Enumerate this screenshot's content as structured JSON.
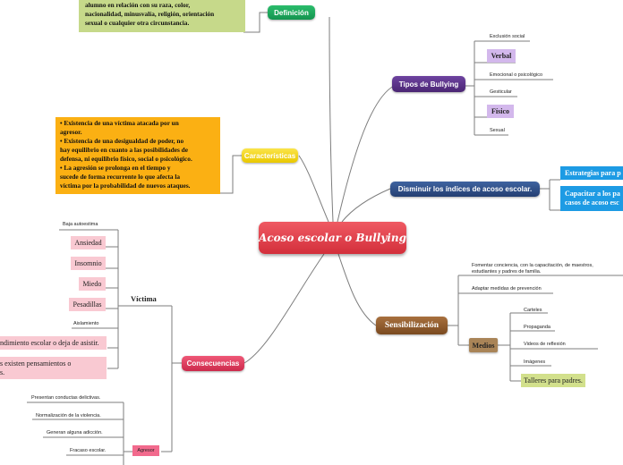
{
  "central": "Acoso escolar o Bullying",
  "definicion": {
    "label": "Definición",
    "note": [
      "alumno en relación con su raza, color,",
      "nacionalidad,  minusvalía, religión, orientación",
      "sexual o  cualquier otra circunstancia."
    ]
  },
  "caracteristicas": {
    "label": "Características",
    "note": [
      "•      Existencia de una víctima atacada por un",
      "agresor.",
      "•      Existencia de una desigualdad de poder, no",
      "hay equilibrio en cuanto a las posibilidades de",
      "defensa, ni  equilibrio físico, social o psicológico.",
      "•      La agresión se prolonga en  el  tiempo y",
      "sucede de forma recurrente lo  que afecta la",
      "víctima por la probabilidad de nuevos ataques."
    ]
  },
  "tipos": {
    "label": "Tipos de Bullying",
    "items": [
      "Exclusión social",
      "Verbal",
      "Emocional o psicológico",
      "Gesticular",
      "Físico",
      "Sexual"
    ]
  },
  "disminuir": {
    "label": "Disminuir los índices de acoso escolar.",
    "items": [
      "Estrategias para p",
      "Capacitar a los pa",
      "casos de acoso esc"
    ]
  },
  "sensibilizacion": {
    "label": "Sensibilización",
    "items": [
      "Fomentar conciencia, con la capacitación, de maestros,",
      "estudiantes y padres de familia.",
      "Adaptar medidas de prevención"
    ],
    "medios": {
      "label": "Medios",
      "items": [
        "Carteles",
        "Propaganda",
        "Videos de reflexión",
        "Imágenes",
        "Talleres para padres."
      ]
    }
  },
  "consecuencias": {
    "label": "Consecuencias",
    "victima": {
      "label": "Víctima",
      "items": [
        "Baja autoestima",
        "Ansiedad",
        "Insomnio",
        "Miedo",
        "Pesadillas",
        "Aislamiento",
        "ndimiento escolar o deja de asistir.",
        "s existen pensamientos o",
        "s."
      ]
    },
    "agresor": {
      "label": "Agresor",
      "items": [
        "Presentan conductas delictivas.",
        "Normalización de la violencia.",
        "Generan alguna adicción.",
        "Fracaso escolar."
      ]
    }
  },
  "colors": {
    "central": "#de3a44",
    "definicion": "#19a65a",
    "caracteristicas": "#f5d60a",
    "tipos": "#5a2f86",
    "disminuir": "#2f4f86",
    "sensibilizacion": "#8e5a2a",
    "consecuencias": "#e0365e",
    "agresor_tag": "#f26a8d",
    "medios_tag": "#a98457",
    "note_green": "#c6d98a",
    "note_orange": "#fbb013",
    "pink_box": "#f9c9d2",
    "purple_box": "#d3b8ec",
    "blue_box": "#1d9be4",
    "taller_box": "#d2e08c"
  }
}
